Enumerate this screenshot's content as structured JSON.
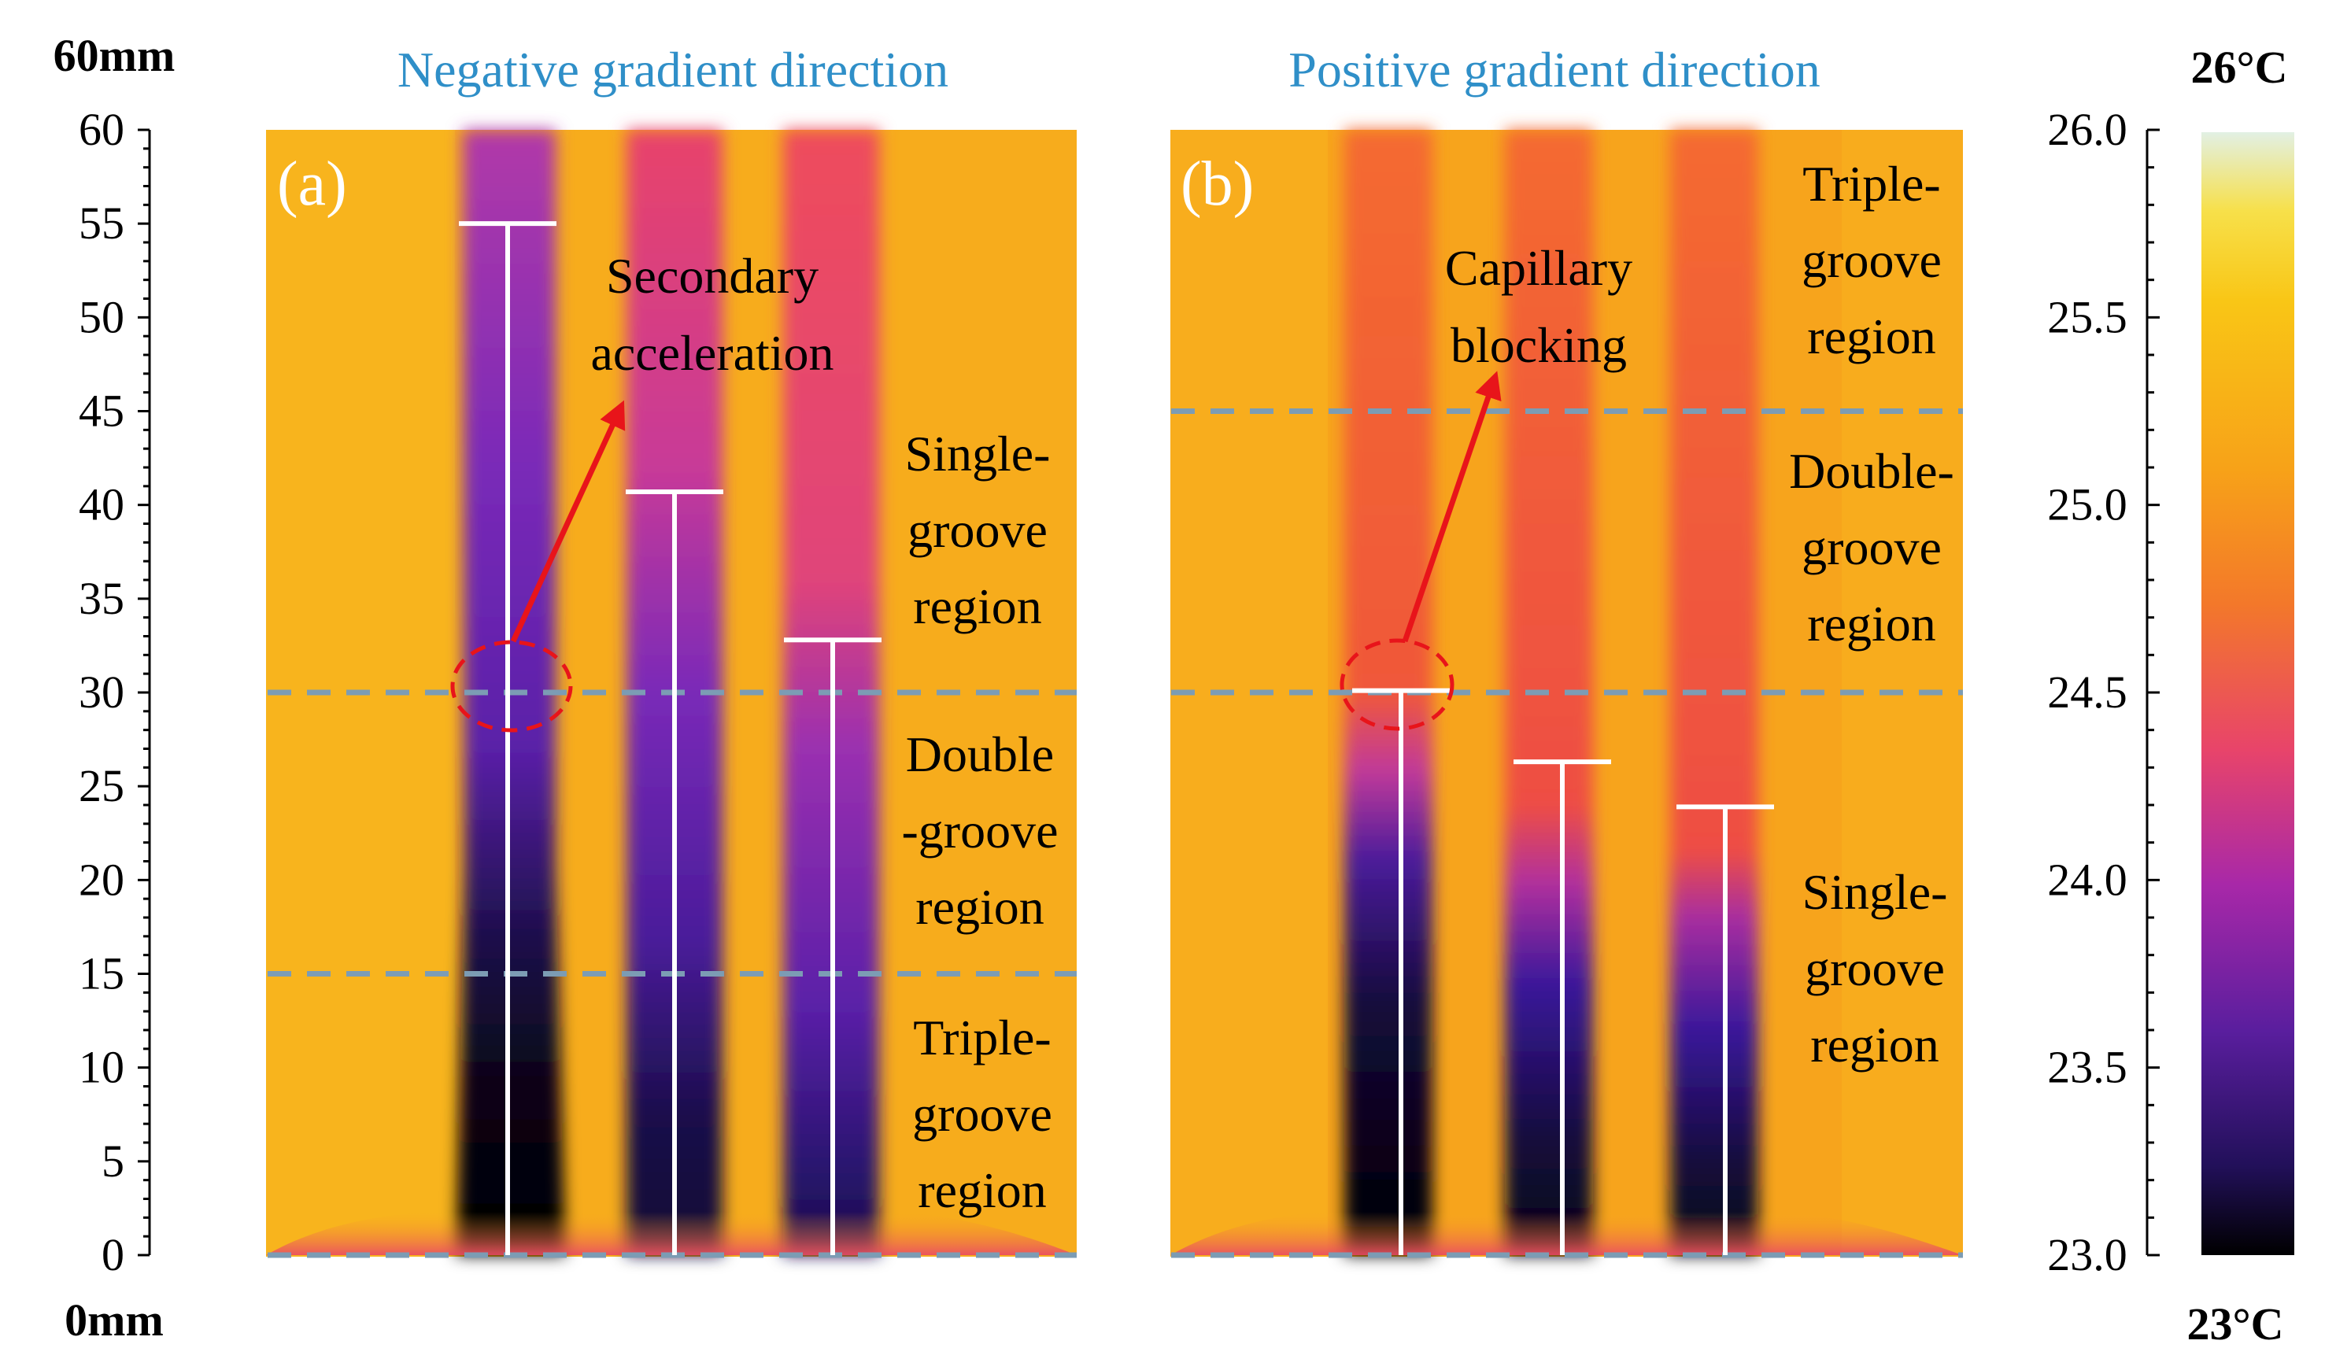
{
  "left_axis": {
    "top_label": "60mm",
    "bottom_label": "0mm",
    "ticks": [
      "0",
      "5",
      "10",
      "15",
      "20",
      "25",
      "30",
      "35",
      "40",
      "45",
      "50",
      "55",
      "60"
    ]
  },
  "colorbar": {
    "top_label": "26°C",
    "bottom_label": "23°C",
    "ticks": [
      "23.0",
      "23.5",
      "24.0",
      "24.5",
      "25.0",
      "25.5",
      "26.0"
    ],
    "colors": [
      "#000000",
      "#22105a",
      "#5a1e9e",
      "#a828a8",
      "#e8446a",
      "#f3782a",
      "#f7a218",
      "#f9c616",
      "#f7e04a",
      "#e2f0e4"
    ]
  },
  "panel_a": {
    "title": "Negative gradient direction",
    "title_color": "#2f8fc8",
    "label": "(a)",
    "annotation": {
      "line1": "Secondary",
      "line2": "acceleration"
    },
    "regions": [
      {
        "line1": "Single-",
        "line2": "groove",
        "line3": "region"
      },
      {
        "line1": "Double",
        "line2": "-groove",
        "line3": "region"
      },
      {
        "line1": "Triple-",
        "line2": "groove",
        "line3": "region"
      }
    ],
    "boundaries_mm": [
      0,
      15,
      30
    ],
    "front_heights_mm": [
      55,
      40.7,
      32.8
    ]
  },
  "panel_b": {
    "title": "Positive gradient direction",
    "title_color": "#2f8fc8",
    "label": "(b)",
    "annotation": {
      "line1": "Capillary",
      "line2": "blocking"
    },
    "regions": [
      {
        "line1": "Triple-",
        "line2": "groove",
        "line3": "region"
      },
      {
        "line1": "Double-",
        "line2": "groove",
        "line3": "region"
      },
      {
        "line1": "Single-",
        "line2": "groove",
        "line3": "region"
      }
    ],
    "boundaries_mm": [
      0,
      30,
      45
    ],
    "front_heights_mm": [
      30.1,
      26.3,
      23.9
    ]
  }
}
